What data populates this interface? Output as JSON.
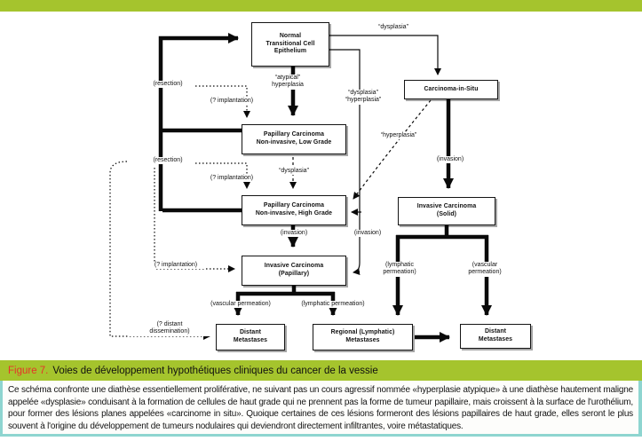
{
  "figure": {
    "caption": {
      "label": "Figure 7.",
      "title": "Voies de développement hypothétiques cliniques du cancer de la vessie"
    },
    "description": "Ce schéma confronte une diathèse essentiellement proliférative, ne suivant pas un cours agressif nommée «hyperplasie atypique» à une diathèse hautement maligne appelée «dysplasie» conduisant à la formation de cellules de haut grade qui ne prennent pas la forme de tumeur papillaire, mais croissent à la surface de l'urothélium, pour former des lésions planes appelées «carcinome in situ». Quoique certaines de ces lésions formeront des lésions papillaires de haut grade, elles seront le plus souvent à l'origine du développement de tumeurs nodulaires qui deviendront directement infiltrantes, voire métastatiques."
  },
  "colors": {
    "accent_green": "#a5c42d",
    "figure_label_red": "#e63329",
    "frame_teal": "#8ed5d0",
    "diagram_ink": "#0a0a0a"
  },
  "diagram": {
    "boxes": [
      {
        "id": "normal",
        "label": "Normal\nTransitional Cell\nEpithelium"
      },
      {
        "id": "cis",
        "label": "Carcinoma-in-Situ"
      },
      {
        "id": "papLow",
        "label": "Papillary Carcinoma\nNon-invasive, Low Grade"
      },
      {
        "id": "papHigh",
        "label": "Papillary Carcinoma\nNon-invasive, High Grade"
      },
      {
        "id": "invSolid",
        "label": "Invasive Carcinoma\n(Solid)"
      },
      {
        "id": "invPap",
        "label": "Invasive Carcinoma\n(Papillary)"
      },
      {
        "id": "distantL",
        "label": "Distant\nMetastases"
      },
      {
        "id": "regional",
        "label": "Regional (Lymphatic)\nMetastases"
      },
      {
        "id": "distantR",
        "label": "Distant\nMetastases"
      }
    ],
    "edge_labels": [
      {
        "id": "dysplasiaTop",
        "text": "“dysplasia”"
      },
      {
        "id": "atypicalHyperplasia",
        "text": "“atypical”\nhyperplasia"
      },
      {
        "id": "dysplasiaHyperplasia",
        "text": "“dysplasia”\n“hyperplasia”"
      },
      {
        "id": "resection1",
        "text": "(resection)"
      },
      {
        "id": "implantation1",
        "text": "(? implantation)"
      },
      {
        "id": "resection2",
        "text": "(resection)"
      },
      {
        "id": "implantation2",
        "text": "(? implantation)"
      },
      {
        "id": "dysplasiaMid",
        "text": "“dysplasia”"
      },
      {
        "id": "hyperplasiaCurve",
        "text": "“hyperplasia”"
      },
      {
        "id": "invasionCis",
        "text": "(invasion)"
      },
      {
        "id": "invasionLeft",
        "text": "(invasion)"
      },
      {
        "id": "invasionRight",
        "text": "(invasion)"
      },
      {
        "id": "implantation3",
        "text": "(? implantation)"
      },
      {
        "id": "vascularPermPap",
        "text": "(vascular permeation)"
      },
      {
        "id": "lymphaticPermPap",
        "text": "(lymphatic permeation)"
      },
      {
        "id": "lymphaticPermSolid",
        "text": "(lymphatic\npermeation)"
      },
      {
        "id": "vascularPermSolid",
        "text": "(vascular\npermeation)"
      },
      {
        "id": "distantDissem",
        "text": "(? distant\ndissemination)"
      }
    ]
  }
}
